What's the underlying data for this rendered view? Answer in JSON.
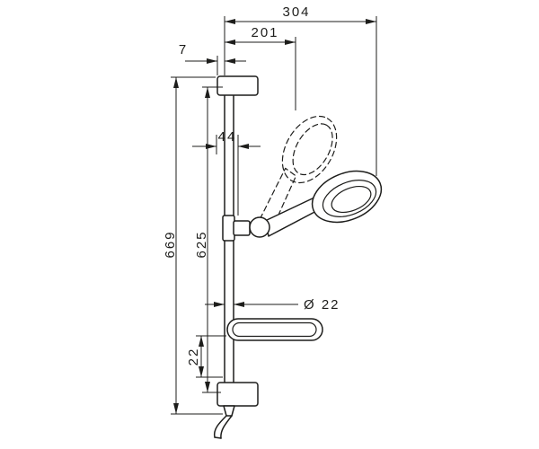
{
  "diagram": {
    "type": "technical-dimension-drawing",
    "subject": "shower slide bar set with hand shower, soap dish and hose (side view)",
    "background": "#ffffff",
    "line_color": "#1d1d1b",
    "dimensions": {
      "reach_total": "304",
      "reach_handshower": "201",
      "wall_offset": "7",
      "height_total": "669",
      "bar_length": "625",
      "holder_offset": "44",
      "bar_diameter": "Ø 22",
      "lower_offset": "22"
    }
  }
}
